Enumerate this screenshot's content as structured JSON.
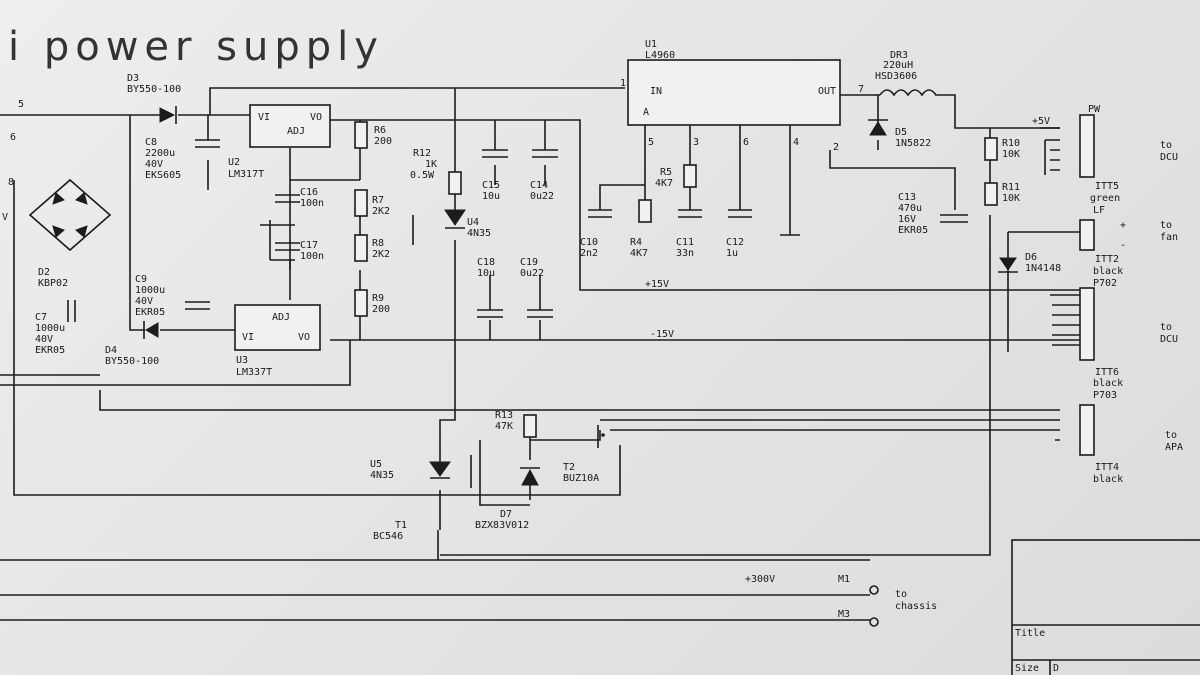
{
  "title": "i power supply",
  "labels": {
    "u1": "U1",
    "u1_part": "L4960",
    "u1_in": "IN",
    "u1_a": "A",
    "u1_out": "OUT",
    "u1_pin1": "1",
    "u1_pin5": "5",
    "u1_pin3": "3",
    "u1_pin6": "6",
    "u1_pin4": "4",
    "u1_pin2": "2",
    "u1_pin7": "7",
    "dr3": "DR3",
    "dr3_val": "220uH",
    "dr3_part": "HSD3606",
    "d5": "D5",
    "d5_part": "1N5822",
    "pw": "PW",
    "plus5v": "+5V",
    "r10": "R10",
    "r10_val": "10K",
    "r11": "R11",
    "r11_val": "10K",
    "itt5": "ITT5",
    "itt5_color": "green",
    "to_dcu_1": "to",
    "dcu_1": "DCU",
    "c13": "C13",
    "c13_v1": "470u",
    "c13_v2": "16V",
    "c13_v3": "EKR05",
    "lf": "LF",
    "plus": "+",
    "minus": "-",
    "to_fan": "to",
    "fan": "fan",
    "d6": "D6",
    "d6_part": "1N4148",
    "itt2": "ITT2",
    "itt2_color": "black",
    "p702": "P702",
    "plus15v": "+15V",
    "minus15v": "-15V",
    "to_dcu_2": "to",
    "dcu_2": "DCU",
    "itt6": "ITT6",
    "itt6_color": "black",
    "p703": "P703",
    "to_apa": "to",
    "apa": "APA",
    "itt4": "ITT4",
    "itt4_color": "black",
    "d3": "D3",
    "d3_part": "BY550-100",
    "c8": "C8",
    "c8_v1": "2200u",
    "c8_v2": "40V",
    "c8_v3": "EKS605",
    "u2": "U2",
    "u2_part": "LM317T",
    "vi": "VI",
    "vo": "VO",
    "adj": "ADJ",
    "r6": "R6",
    "r6_val": "200",
    "c16": "C16",
    "c16_val": "100n",
    "c17": "C17",
    "c17_val": "100n",
    "r7": "R7",
    "r7_val": "2K2",
    "r8": "R8",
    "r8_val": "2K2",
    "r9": "R9",
    "r9_val": "200",
    "r12": "R12",
    "r12_v1": "1K",
    "r12_v2": "0.5W",
    "u4": "U4",
    "u4_part": "4N35",
    "c15": "C15",
    "c15_val": "10u",
    "c14": "C14",
    "c14_val": "0u22",
    "c18": "C18",
    "c18_val": "10u",
    "c19": "C19",
    "c19_val": "0u22",
    "c10": "C10",
    "c10_val": "2n2",
    "r4": "R4",
    "r4_val": "4K7",
    "r5": "R5",
    "r5_val": "4K7",
    "c11": "C11",
    "c11_val": "33n",
    "c12": "C12",
    "c12_val": "1u",
    "d2": "D2",
    "d2_part": "KBP02",
    "c9": "C9",
    "c9_v1": "1000u",
    "c9_v2": "40V",
    "c9_v3": "EKR05",
    "c7": "C7",
    "c7_v1": "1000u",
    "c7_v2": "40V",
    "c7_v3": "EKR05",
    "d4": "D4",
    "d4_part": "BY550-100",
    "u3": "U3",
    "u3_part": "LM337T",
    "r13": "R13",
    "r13_val": "47K",
    "u5": "U5",
    "u5_part": "4N35",
    "t2": "T2",
    "t2_part": "BUZ10A",
    "d7": "D7",
    "d7_part": "BZX83V012",
    "t1": "T1",
    "t1_part": "BC546",
    "plus300v": "+300V",
    "m1": "M1",
    "m3": "M3",
    "to_chassis": "to",
    "chassis": "chassis",
    "left_v": "V",
    "left_8": "8",
    "left_6": "6",
    "left_5": "5",
    "tb_title": "Title",
    "tb_size": "Size",
    "tb_size_val": "D"
  }
}
